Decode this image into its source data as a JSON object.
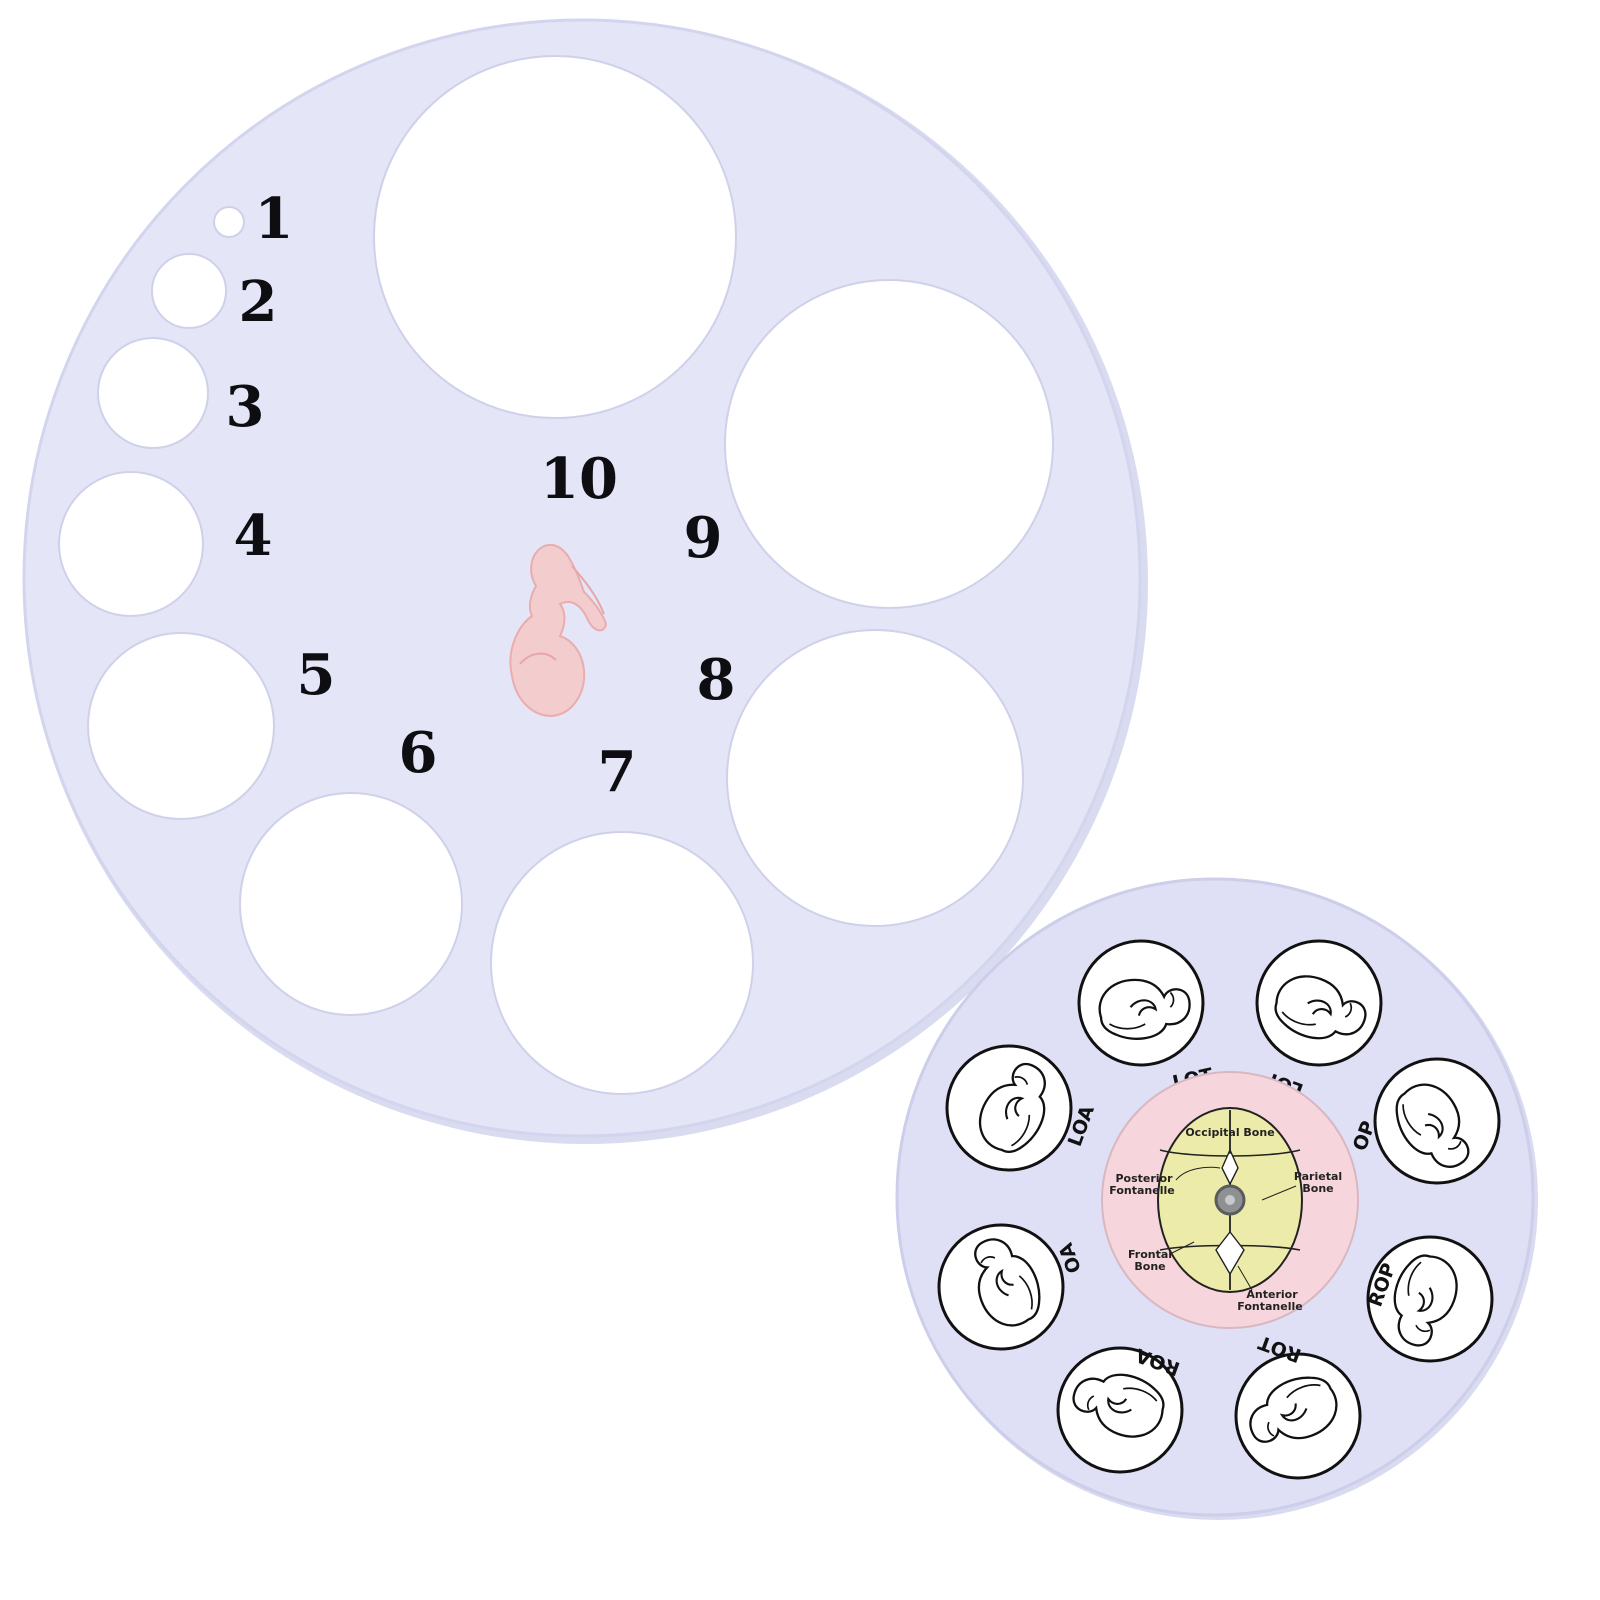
{
  "colors": {
    "disc": "#e4e5f6",
    "disc_edge": "#d3d5ee",
    "logo": "#f2b4b4",
    "skull_bg": "#f6d6dc",
    "skull": "#ecebaa"
  },
  "dilation_disc": {
    "numbers": [
      "1",
      "2",
      "3",
      "4",
      "5",
      "6",
      "7",
      "8",
      "9",
      "10"
    ],
    "logo_icon": "pregnant-woman-icon"
  },
  "position_disc": {
    "positions": [
      "LOT",
      "LOP",
      "OP",
      "ROP",
      "ROT",
      "ROA",
      "OA",
      "LOA"
    ],
    "skull_labels": {
      "occipital": "Occipital Bone",
      "posterior_1": "Posterior",
      "posterior_2": "Fontanelle",
      "parietal_1": "Parietal",
      "parietal_2": "Bone",
      "frontal_1": "Frontal",
      "frontal_2": "Bone",
      "anterior_1": "Anterior",
      "anterior_2": "Fontanelle"
    },
    "fetus_icon": "fetus-icon",
    "pivot_icon": "rivet-icon"
  }
}
